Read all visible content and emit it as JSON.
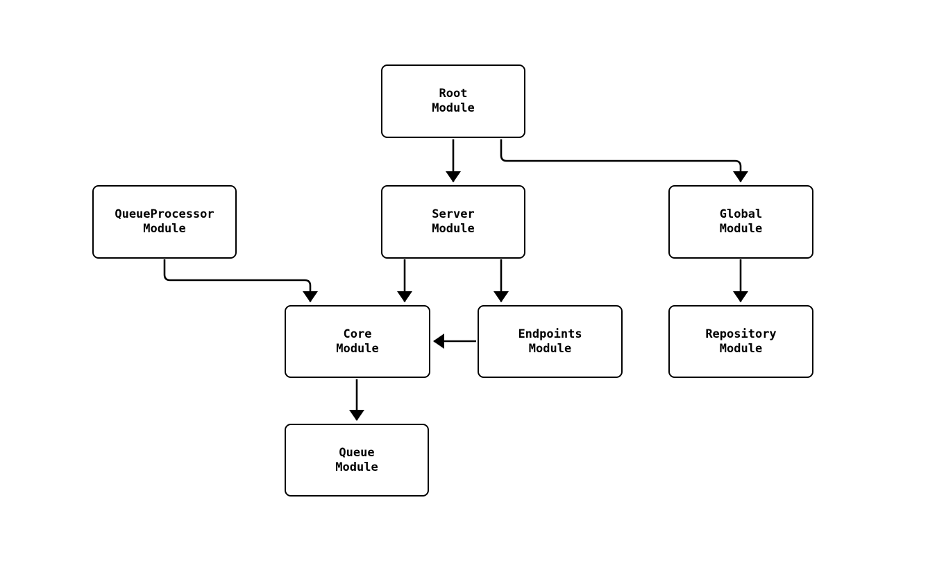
{
  "diagram": {
    "type": "module-dependency-flowchart",
    "background_color": "#ffffff",
    "node_border_color": "#000000",
    "node_fill_color": "#ffffff",
    "edge_color": "#000000",
    "text_color": "#000000",
    "nodes": [
      {
        "id": "root",
        "line1": "Root",
        "line2": "Module"
      },
      {
        "id": "queue-processor",
        "line1": "QueueProcessor",
        "line2": "Module"
      },
      {
        "id": "server",
        "line1": "Server",
        "line2": "Module"
      },
      {
        "id": "global",
        "line1": "Global",
        "line2": "Module"
      },
      {
        "id": "core",
        "line1": "Core",
        "line2": "Module"
      },
      {
        "id": "endpoints",
        "line1": "Endpoints",
        "line2": "Module"
      },
      {
        "id": "repository",
        "line1": "Repository",
        "line2": "Module"
      },
      {
        "id": "queue",
        "line1": "Queue",
        "line2": "Module"
      }
    ],
    "edges": [
      {
        "from": "Root Module",
        "to": "Server Module"
      },
      {
        "from": "Root Module",
        "to": "Global Module"
      },
      {
        "from": "QueueProcessor Module",
        "to": "Core Module"
      },
      {
        "from": "Server Module",
        "to": "Core Module"
      },
      {
        "from": "Server Module",
        "to": "Endpoints Module"
      },
      {
        "from": "Endpoints Module",
        "to": "Core Module"
      },
      {
        "from": "Global Module",
        "to": "Repository Module"
      },
      {
        "from": "Core Module",
        "to": "Queue Module"
      }
    ]
  }
}
